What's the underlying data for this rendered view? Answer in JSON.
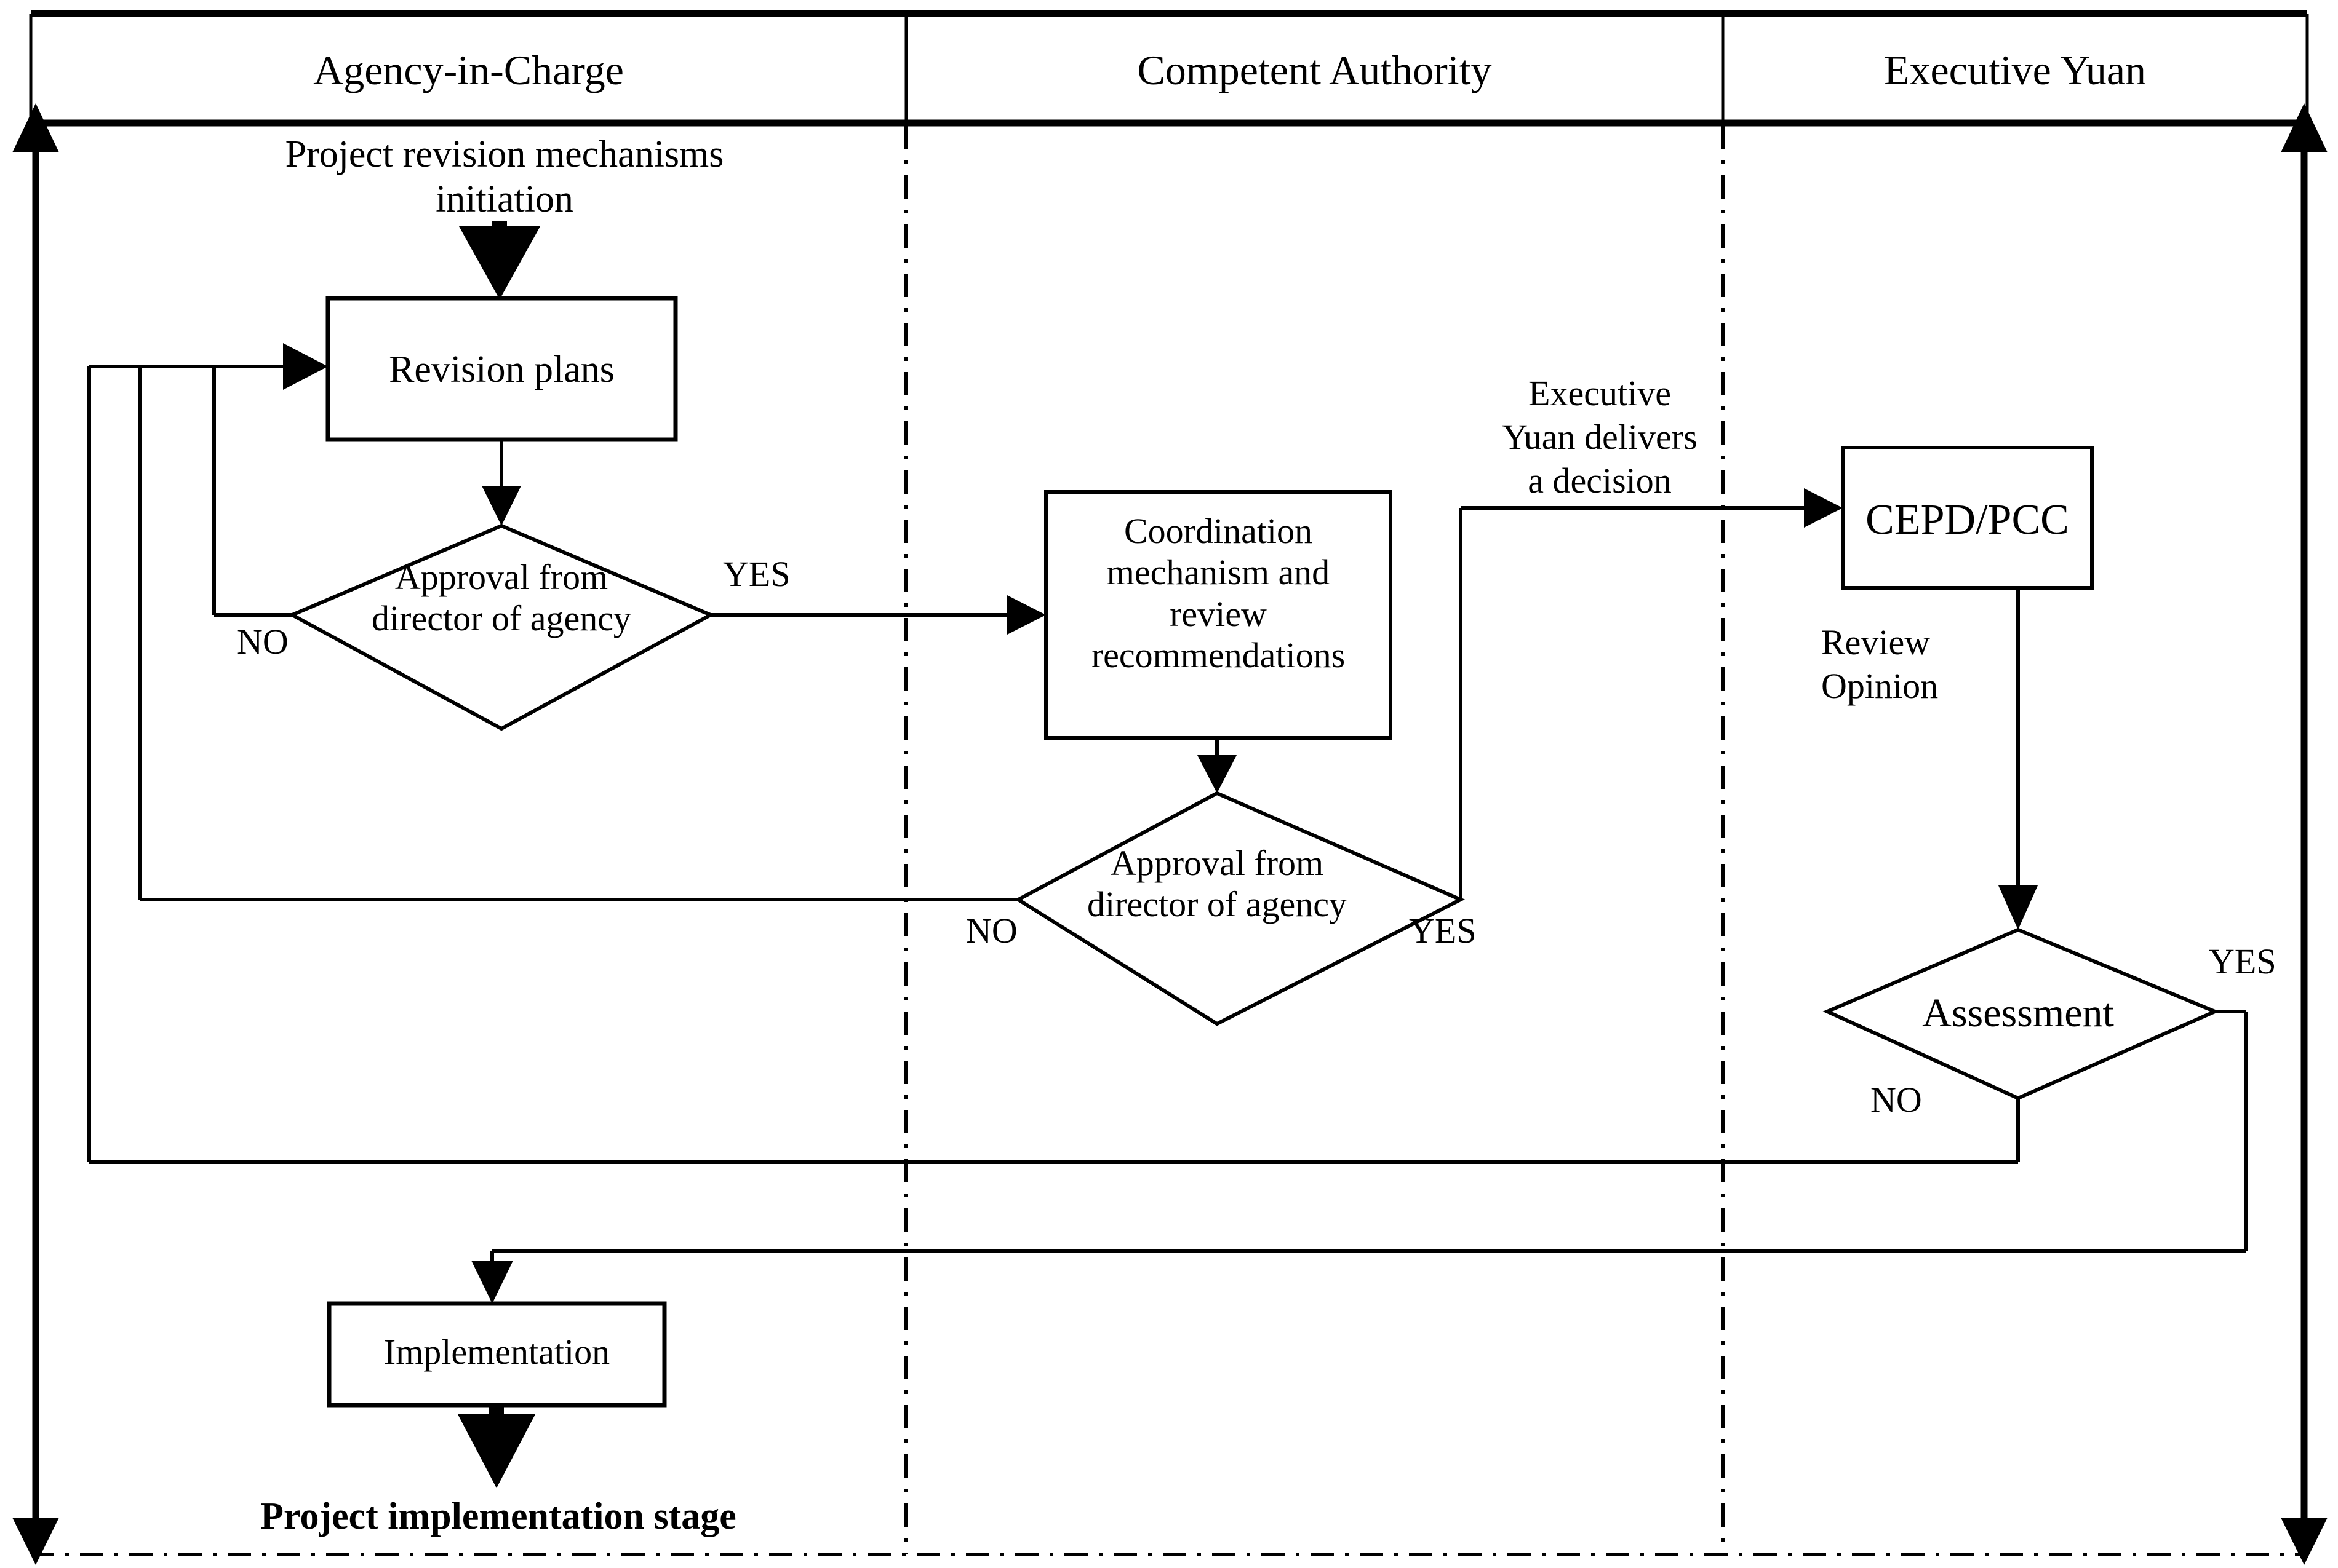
{
  "diagram": {
    "title_absent": true,
    "lanes": [
      {
        "id": "agency",
        "label": "Agency-in-Charge"
      },
      {
        "id": "authority",
        "label": "Competent Authority"
      },
      {
        "id": "yuan",
        "label": "Executive Yuan"
      }
    ],
    "nodes": [
      {
        "id": "start",
        "type": "terminator",
        "lane": "agency",
        "label": "Project revision mechanisms\ninitiation",
        "line1": "Project revision mechanisms",
        "line2": "initiation"
      },
      {
        "id": "revision_plans",
        "type": "process",
        "lane": "agency",
        "label": "Revision plans"
      },
      {
        "id": "approval_agency_1",
        "type": "decision",
        "lane": "agency",
        "label": "Approval from\ndirector of agency",
        "line1": "Approval from",
        "line2": "director of agency"
      },
      {
        "id": "coordination",
        "type": "process",
        "lane": "authority",
        "label": "Coordination mechanism and review recommendations",
        "line1": "Coordination",
        "line2": "mechanism and",
        "line3": "review",
        "line4": "recommendations"
      },
      {
        "id": "approval_agency_2",
        "type": "decision",
        "lane": "authority",
        "label": "Approval from\ndirector of agency",
        "line1": "Approval from",
        "line2": "director of agency"
      },
      {
        "id": "cepd_pcc",
        "type": "process",
        "lane": "yuan",
        "label": "CEPD/PCC"
      },
      {
        "id": "assessment",
        "type": "decision",
        "lane": "yuan",
        "label": "Assessment"
      },
      {
        "id": "implementation",
        "type": "process",
        "lane": "agency",
        "label": "Implementation"
      },
      {
        "id": "end",
        "type": "terminator",
        "lane": "agency",
        "label": "Project implementation stage"
      }
    ],
    "edge_labels": {
      "yes_1": "YES",
      "no_1": "NO",
      "yes_2": "YES",
      "no_2": "NO",
      "yes_3": "YES",
      "no_3": "NO",
      "executive_decision": "Executive Yuan delivers a decision",
      "executive_decision_line1": "Executive",
      "executive_decision_line2": "Yuan delivers",
      "executive_decision_line3": "a decision",
      "review_opinion": "Review Opinion",
      "review_opinion_line1": "Review",
      "review_opinion_line2": "Opinion"
    },
    "colors": {
      "stroke": "#000000",
      "background": "#ffffff",
      "text": "#000000"
    }
  }
}
